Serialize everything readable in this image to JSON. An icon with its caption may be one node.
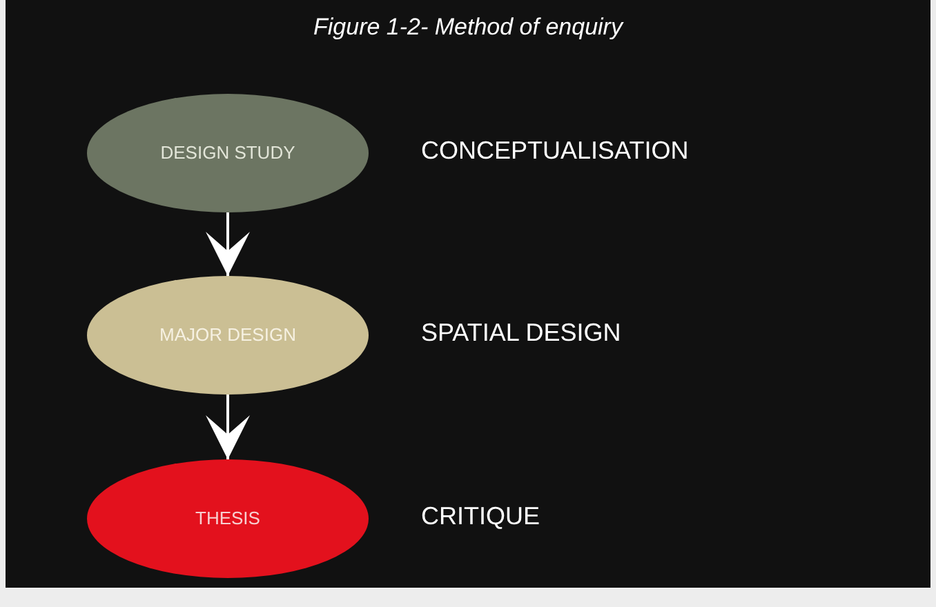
{
  "diagram": {
    "title": "Figure 1-2- Method of enquiry",
    "nodes": [
      {
        "text": [
          "DESIGN STUDY"
        ],
        "beside": [
          "CONCEPTUALISATION"
        ]
      },
      {
        "text": [
          "MAJOR DESIGN"
        ],
        "beside": [
          "SPATIAL DESIGN"
        ]
      },
      {
        "text": [
          "THESIS"
        ],
        "beside": [
          "CRITIQUE"
        ]
      }
    ],
    "edges": [
      {
        "from": 0,
        "to": 1,
        "arrow": "to"
      },
      {
        "from": 1,
        "to": 2,
        "arrow": "to"
      }
    ]
  }
}
